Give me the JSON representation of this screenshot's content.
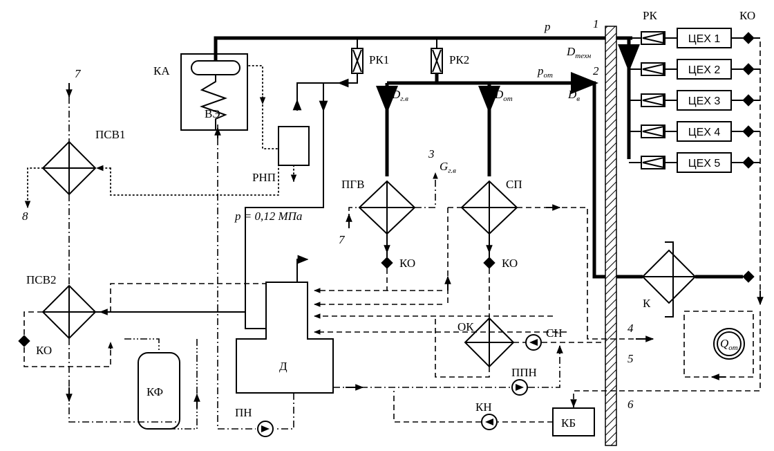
{
  "labels": {
    "ka": "КА",
    "ve": "ВЭ",
    "rk1": "РК1",
    "rk2": "РК2",
    "rnp": "РНП",
    "p": "p",
    "p_ot": "p",
    "p_ot_sub": "от",
    "d_tekhn": "D",
    "d_tekhn_sub": "техн",
    "d_gv": "D",
    "d_gv_sub": "г.в",
    "d_ot": "D",
    "d_ot_sub": "от",
    "d_v": "D",
    "d_v_sub": "в",
    "g_gv": "G",
    "g_gv_sub": "г.в",
    "psv1": "ПСВ1",
    "psv2": "ПСВ2",
    "pgv": "ПГВ",
    "sp": "СП",
    "ok": "ОК",
    "ko": "КО",
    "k": "К",
    "d": "Д",
    "kf": "КФ",
    "kb": "КБ",
    "pn": "ПН",
    "ppn": "ППН",
    "sn": "СН",
    "kn": "КН",
    "rk": "РК",
    "q_ot": "Q",
    "q_ot_sub": "от",
    "pressure": "p = 0,12 МПа",
    "n1": "1",
    "n2": "2",
    "n3": "3",
    "n4": "4",
    "n5": "5",
    "n6": "6",
    "n7": "7",
    "n8": "8",
    "shops": [
      "ЦЕХ 1",
      "ЦЕХ 2",
      "ЦЕХ 3",
      "ЦЕХ 4",
      "ЦЕХ 5"
    ]
  }
}
